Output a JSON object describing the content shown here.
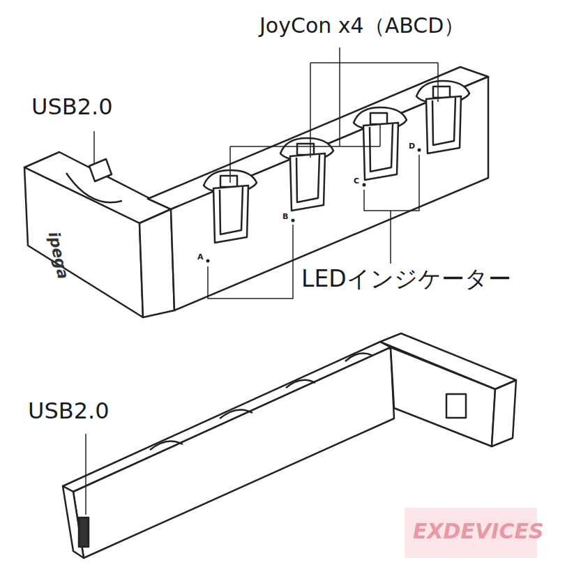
{
  "diagram": {
    "labels": [
      "JoyCon x4（ABCD）",
      "USB2.0",
      "ipega",
      "A",
      "B",
      "C",
      "D",
      "LEDインジケーター",
      "USB2.0",
      "EXDEVICES"
    ]
  }
}
